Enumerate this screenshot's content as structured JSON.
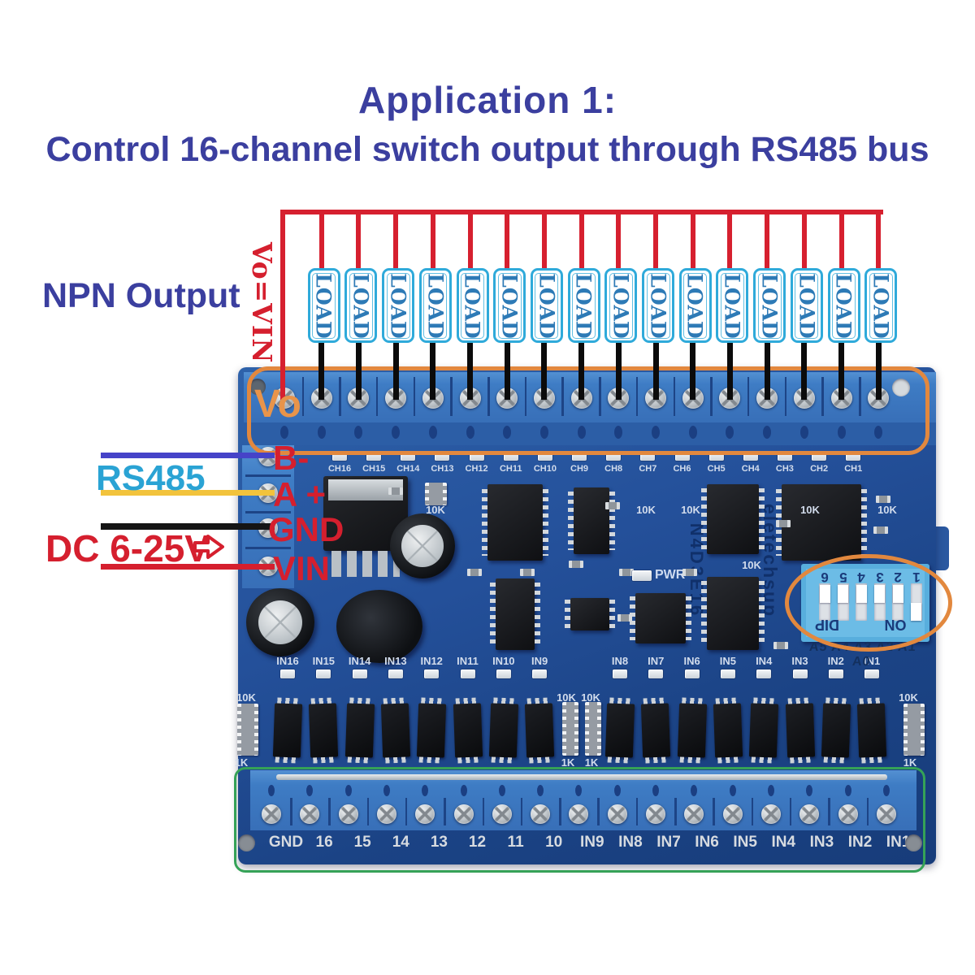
{
  "title": "Application 1:",
  "subtitle": "Control 16-channel switch output through RS485 bus",
  "labels": {
    "npn_output": "NPN Output",
    "vo_vin": "Vo=VIN",
    "load": "LOAD",
    "vo": "Vo",
    "rs485": "RS485",
    "dc_supply": "DC 6-25V"
  },
  "power_terminals": [
    {
      "label": "B-",
      "wire_color": "#4643c8"
    },
    {
      "label": "A +",
      "wire_color": "#f2c33c"
    },
    {
      "label": "GND",
      "wire_color": "#151515"
    },
    {
      "label": "VIN",
      "wire_color": "#d51f2e"
    }
  ],
  "load_count": 16,
  "colors": {
    "title_blue": "#3b3f9f",
    "annotation_red": "#d51f2e",
    "annotation_orange": "#e2883e",
    "annotation_green": "#35a257",
    "annotation_cyan": "#2aa3d4",
    "vo_orange": "#e8944a",
    "load_border_cyan": "#2faada",
    "load_text_blue": "#2d7ab6",
    "bus_red": "#d6202f",
    "load_wire_black": "#0b0b0b"
  },
  "board": {
    "ch_labels": [
      "CH16",
      "CH15",
      "CH14",
      "CH13",
      "CH12",
      "CH11",
      "CH10",
      "CH9",
      "CH8",
      "CH7",
      "CH6",
      "CH5",
      "CH4",
      "CH3",
      "CH2",
      "CH1"
    ],
    "in_labels": [
      "IN16",
      "IN15",
      "IN14",
      "IN13",
      "IN12",
      "IN11",
      "IN10",
      "IN9",
      "IN8",
      "IN7",
      "IN6",
      "IN5",
      "IN4",
      "IN3",
      "IN2",
      "IN1"
    ],
    "bottom_terminal_labels": [
      "GND",
      "16",
      "15",
      "14",
      "13",
      "12",
      "11",
      "10",
      "IN9",
      "IN8",
      "IN7",
      "IN6",
      "IN5",
      "IN4",
      "IN3",
      "IN2",
      "IN1"
    ],
    "pwr": "PWR",
    "model": "N4D3E16",
    "brand": "eletechsup",
    "addr_labels": "A5 A4 A3 A2 A1 A0",
    "dip_numbers": [
      "6",
      "5",
      "4",
      "3",
      "2",
      "1"
    ],
    "dip_text": "DIP",
    "on_text": "ON",
    "r10k": "10K",
    "r1k": "1K"
  }
}
